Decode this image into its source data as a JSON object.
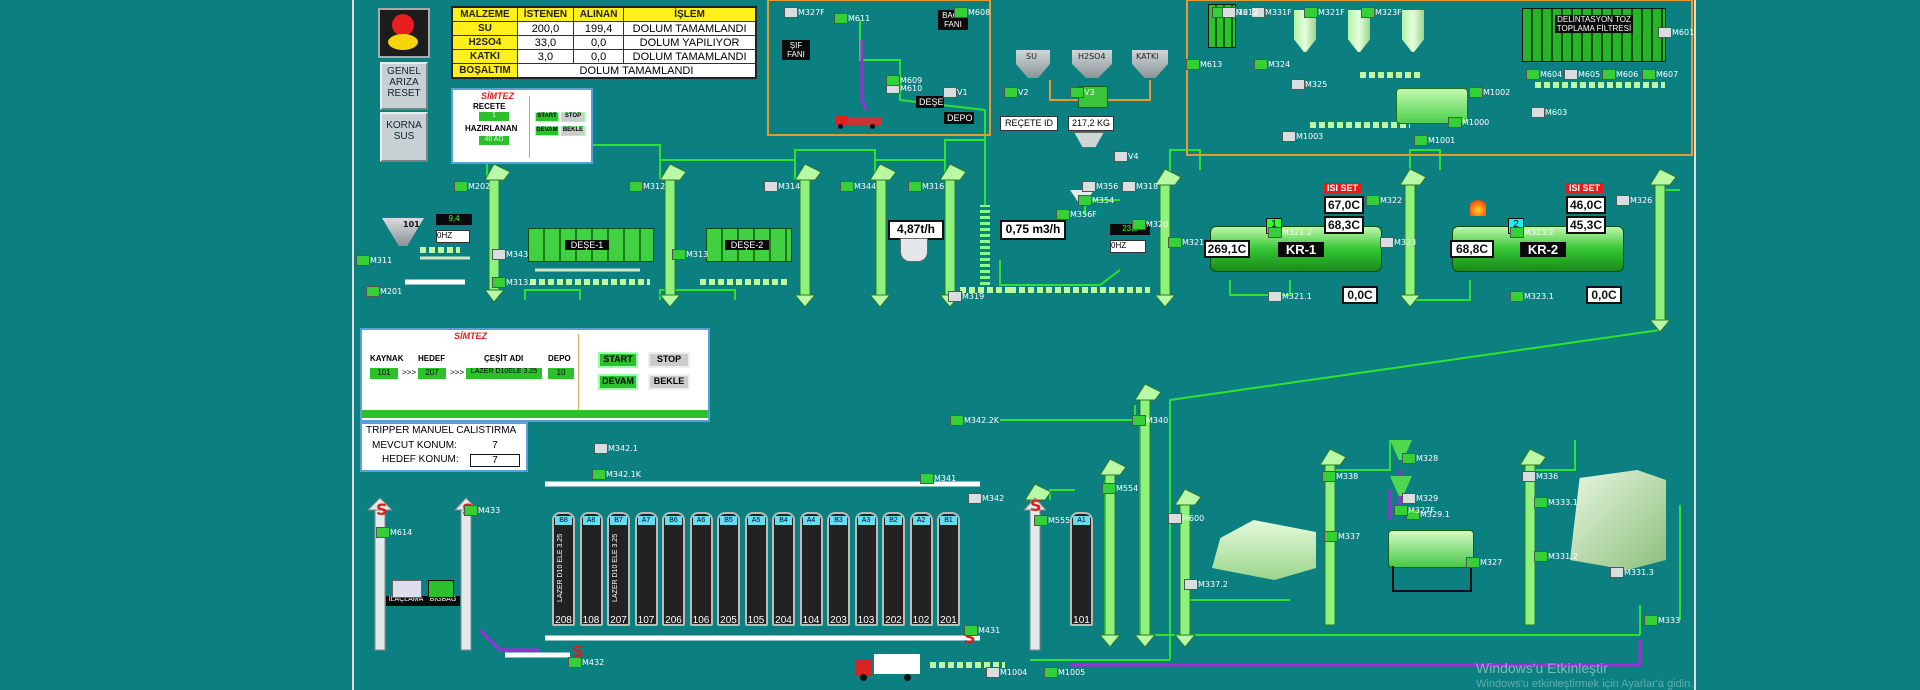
{
  "left_controls": {
    "genel_ariza_reset": "GENEL ARIZA RESET",
    "korna_sus": "KORNA SUS"
  },
  "material_table": {
    "headers": [
      "MALZEME",
      "İSTENEN",
      "ALINAN",
      "İŞLEM"
    ],
    "rows": [
      [
        "SU",
        "200,0",
        "199,4",
        "DOLUM TAMAMLANDI"
      ],
      [
        "H2SO4",
        "33,0",
        "0,0",
        "DOLUM YAPILIYOR"
      ],
      [
        "KATKI",
        "3,0",
        "0,0",
        "DOLUM TAMAMLANDI"
      ]
    ],
    "bosaltim_label": "BOŞALTIM",
    "bosaltim_status": "DOLUM TAMAMLANDI"
  },
  "recipe_panel": {
    "brand": "SİMTEZ",
    "recete": "RECETE",
    "recete_val": "1",
    "hazirlanan": "HAZIRLANAN",
    "hazirlanan_val": "40 AD",
    "start": "START",
    "stop": "STOP",
    "devam": "DEVAM",
    "bekle": "BEKLE"
  },
  "transfer_panel": {
    "brand": "SİMTEZ",
    "kaynak_label": "KAYNAK",
    "hedef_label": "HEDEF",
    "cesit_label": "ÇEŞİT ADI",
    "depo_label": "DEPO",
    "kaynak": "101",
    "hedef": "207",
    "cesit": "LAZER D10ELE 3.25",
    "depo": "10",
    "arrows": ">>>",
    "start": "START",
    "stop": "STOP",
    "devam": "DEVAM",
    "bekle": "BEKLE"
  },
  "tripper": {
    "title": "TRIPPER MANUEL CALISTIRMA",
    "mevcut_label": "MEVCUT KONUM:",
    "mevcut": "7",
    "hedef_label": "HEDEF KONUM:",
    "hedef": "7"
  },
  "readouts": {
    "feed_rate": "4,87t/h",
    "flow": "0,75 m3/h",
    "weight": "217,2 KG",
    "recete_id": "REÇETE ID",
    "hz_left": "0HZ",
    "hz_mid": "0HZ",
    "green_left": "9,4",
    "green_mid": "23,5",
    "small_label_101": "101"
  },
  "kilns": [
    {
      "name": "KR-1",
      "num": "1",
      "isi_set": "ISI SET",
      "set1": "67,0C",
      "set2": "68,3C",
      "inlet": "269,1C",
      "outlet": "0,0C"
    },
    {
      "name": "KR-2",
      "num": "2",
      "isi_set": "ISI SET",
      "set1": "46,0C",
      "set2": "45,3C",
      "inlet": "68,8C",
      "outlet": "0,0C"
    }
  ],
  "boxes": {
    "sif_fani": "ŞIF FANI",
    "baca_fani": "BACA FANI",
    "dese": "DEŞE",
    "depo": "DEPO",
    "dese1": "DEŞE-1",
    "dese2": "DEŞE-2",
    "filter": "DELİNTASYON TOZ TOPLAMA FİLTRESİ",
    "ilaclama": "İLAÇLAMA",
    "bigbag": "BİGBAG",
    "tank_su": "SU",
    "tank_h2so4": "H2SO4",
    "tank_katki": "KATKI"
  },
  "silos": [
    {
      "tag": "B8",
      "num": "208",
      "text": "LAZER D10 ELE 3.25"
    },
    {
      "tag": "A8",
      "num": "108",
      "text": ""
    },
    {
      "tag": "B7",
      "num": "207",
      "text": "LAZER D10 ELE 3.25"
    },
    {
      "tag": "A7",
      "num": "107",
      "text": ""
    },
    {
      "tag": "B6",
      "num": "206",
      "text": ""
    },
    {
      "tag": "A6",
      "num": "106",
      "text": ""
    },
    {
      "tag": "B5",
      "num": "205",
      "text": ""
    },
    {
      "tag": "A5",
      "num": "105",
      "text": ""
    },
    {
      "tag": "B4",
      "num": "204",
      "text": ""
    },
    {
      "tag": "A4",
      "num": "104",
      "text": ""
    },
    {
      "tag": "B3",
      "num": "203",
      "text": ""
    },
    {
      "tag": "A3",
      "num": "103",
      "text": ""
    },
    {
      "tag": "B2",
      "num": "202",
      "text": ""
    },
    {
      "tag": "A2",
      "num": "102",
      "text": ""
    },
    {
      "tag": "B1",
      "num": "201",
      "text": ""
    }
  ],
  "silo_extra": {
    "tag": "A1",
    "num": "101"
  },
  "motor_labels": [
    "M327F",
    "M611",
    "M608",
    "M610",
    "M609",
    "M612",
    "M331F",
    "M321F",
    "M323F",
    "M601",
    "M613",
    "M324",
    "M325",
    "M1000",
    "M1001",
    "M1003",
    "M1002",
    "M604",
    "M605",
    "M606",
    "M607",
    "M603",
    "M202",
    "M312",
    "M314",
    "M344",
    "M316",
    "M356",
    "M356F",
    "M354",
    "M318",
    "M320",
    "M321",
    "M321.1",
    "M321.2",
    "M322",
    "M323",
    "M323.1",
    "M323.2",
    "M326",
    "M311",
    "M201",
    "M343",
    "M313",
    "M313.1",
    "M319",
    "M342.2K",
    "M340",
    "M342.1",
    "M342.1K",
    "M341",
    "M342",
    "M555",
    "M554",
    "M600",
    "M338",
    "M328",
    "M329",
    "M329.1",
    "M327F",
    "M336",
    "M333.1",
    "M337",
    "M337.2",
    "M327",
    "M331.2",
    "M331.3",
    "M333",
    "M431",
    "M1004",
    "M1005",
    "M432",
    "M612",
    "M433",
    "M614",
    "V1",
    "V2",
    "V3",
    "V4"
  ],
  "watermark": {
    "line1": "Windows'u Etkinleştir",
    "line2": "Windows'u etkinleştirmek için Ayarlar'a gidin."
  },
  "colors": {
    "background": "#0c7f80",
    "accent_green": "#35d035",
    "pipe_green": "#2fe02f",
    "pipe_purple": "#a02ed8",
    "warning_red": "#e31b1b",
    "table_yellow": "#ffef1a"
  }
}
